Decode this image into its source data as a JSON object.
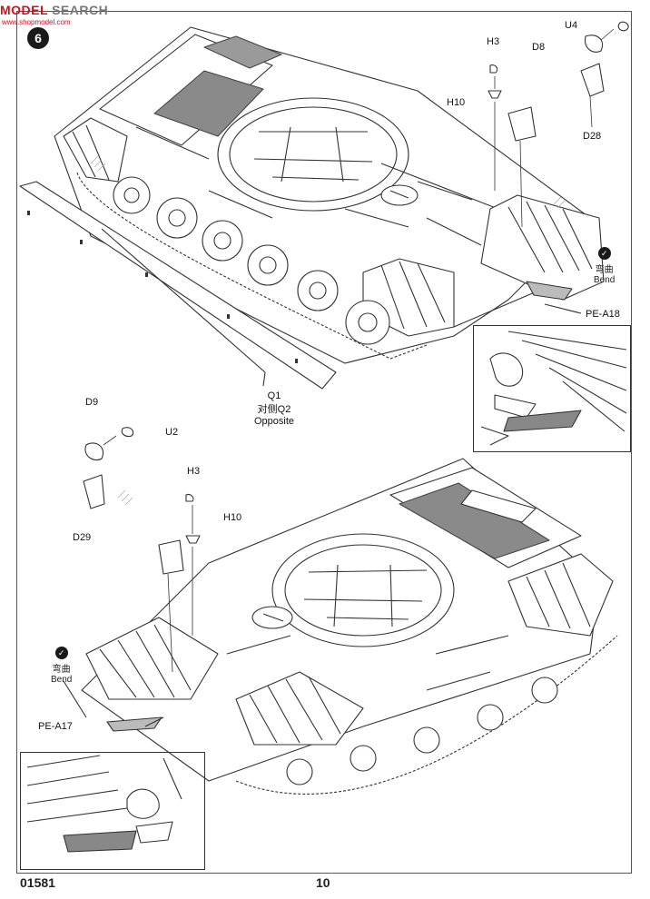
{
  "watermark": {
    "part_a": "MODEL",
    "part_b": "SEARCH",
    "url": "www.shopmodel.com"
  },
  "step_number": "6",
  "top_assembly": {
    "labels": {
      "u4": "U4",
      "d8": "D8",
      "h3": "H3",
      "h10": "H10",
      "d28": "D28",
      "bend_cn": "弯曲",
      "bend_en": "Bend",
      "pe": "PE-A18",
      "q1": "Q1",
      "q2": "对侧Q2",
      "opposite": "Opposite"
    }
  },
  "bottom_assembly": {
    "labels": {
      "d9": "D9",
      "u2": "U2",
      "d29": "D29",
      "h3": "H3",
      "h10": "H10",
      "bend_cn": "弯曲",
      "bend_en": "Bend",
      "pe": "PE-A17"
    }
  },
  "footer": {
    "code": "01581",
    "page": "10"
  },
  "colors": {
    "line": "#333333",
    "accent": "#c8141e",
    "mesh": "#8a8a8a",
    "pe": "#9a9a9a"
  }
}
